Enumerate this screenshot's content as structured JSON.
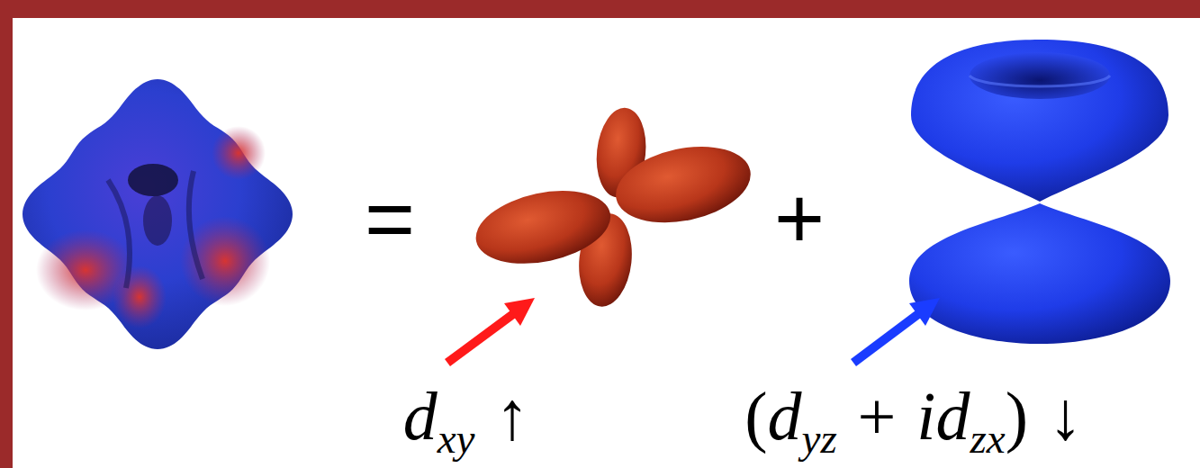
{
  "diagram": {
    "labels": [
      "=",
      "+",
      "d",
      "xy",
      "↑",
      "(",
      "d",
      "yz",
      "+",
      "i",
      "d",
      "zx",
      ")",
      "↓"
    ]
  }
}
